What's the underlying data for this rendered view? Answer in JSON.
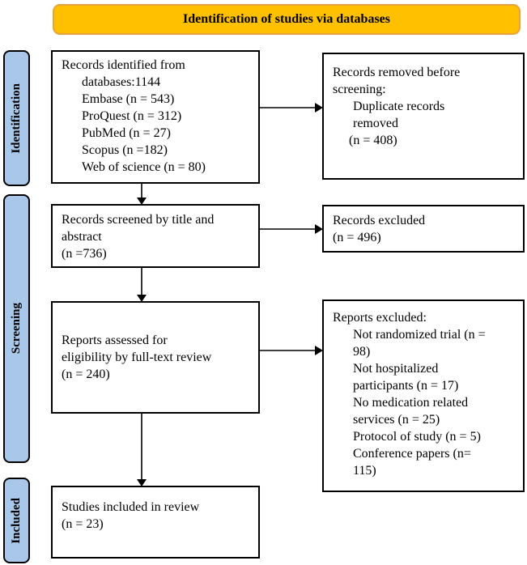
{
  "title": "Identification of studies via databases",
  "stages": {
    "identification": "Identification",
    "screening": "Screening",
    "included": "Included"
  },
  "boxes": {
    "records_identified": {
      "lines": [
        "Records identified from",
        "databases:1144",
        "Embase (n = 543)",
        "ProQuest (n = 312)",
        "PubMed (n = 27)",
        "Scopus (n =182)",
        "Web of science (n = 80)"
      ]
    },
    "records_removed": {
      "lines": [
        "Records removed before",
        "screening:",
        "Duplicate records",
        "removed",
        "(n = 408)"
      ]
    },
    "records_screened": {
      "lines": [
        "Records screened by title and",
        "abstract",
        "(n =736)"
      ]
    },
    "records_excluded": {
      "lines": [
        "Records excluded",
        "(n = 496)"
      ]
    },
    "reports_assessed": {
      "lines": [
        "Reports assessed for",
        "eligibility by full-text review",
        "(n = 240)"
      ]
    },
    "reports_excluded": {
      "lines": [
        "Reports excluded:",
        "Not randomized trial (n =",
        "98)",
        "Not hospitalized",
        "participants (n = 17)",
        "No medication related",
        "services (n = 25)",
        "Protocol of study (n = 5)",
        "Conference papers (n=",
        "115)"
      ]
    },
    "studies_included": {
      "lines": [
        "Studies included in review",
        "(n = 23)"
      ]
    }
  },
  "colors": {
    "background": "#FFFFFF",
    "title_fill": "#FFC000",
    "title_border": "#E8A33D",
    "stage_fill": "#A9C7E8",
    "stage_border": "#000000",
    "box_border": "#000000",
    "arrow": "#000000"
  }
}
